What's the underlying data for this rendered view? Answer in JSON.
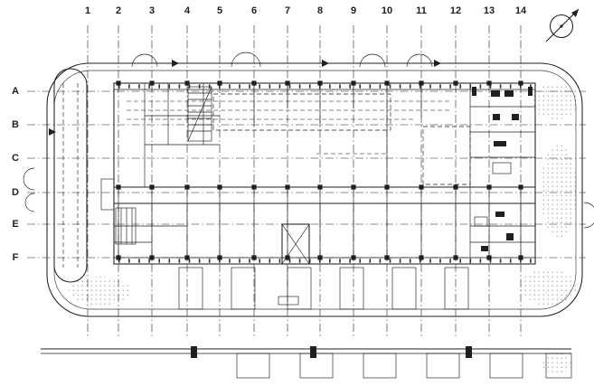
{
  "plan": {
    "grid": {
      "column_labels": [
        "1",
        "2",
        "3",
        "4",
        "5",
        "6",
        "7",
        "8",
        "9",
        "10",
        "11",
        "12",
        "13",
        "14"
      ],
      "row_labels": [
        "A",
        "B",
        "C",
        "D",
        "E",
        "F"
      ]
    },
    "icons": {
      "north_arrow": "north-arrow",
      "section_marker": "section-cut-marker"
    },
    "colors": {
      "ink": "#1f1f1f",
      "paper": "#ffffff"
    }
  }
}
